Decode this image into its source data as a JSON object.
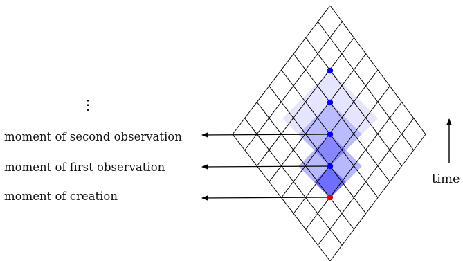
{
  "labels": {
    "ellipsis": "⋮",
    "second_observation": "moment of second observation",
    "first_observation": "moment of first observation",
    "creation": "moment of creation",
    "time": "time"
  },
  "colors": {
    "grid_line": "#000000",
    "region_fill": "#0000ff",
    "observation_point": "#0000ee",
    "creation_point": "#dd0000",
    "arrow": "#000000"
  },
  "lattice": {
    "cells_per_side": 8
  },
  "shaded_regions": [
    {
      "name": "region-outer",
      "opacity": 0.1
    },
    {
      "name": "region-second",
      "opacity": 0.18
    },
    {
      "name": "region-first",
      "opacity": 0.28
    },
    {
      "name": "region-creation",
      "opacity": 0.4
    }
  ]
}
